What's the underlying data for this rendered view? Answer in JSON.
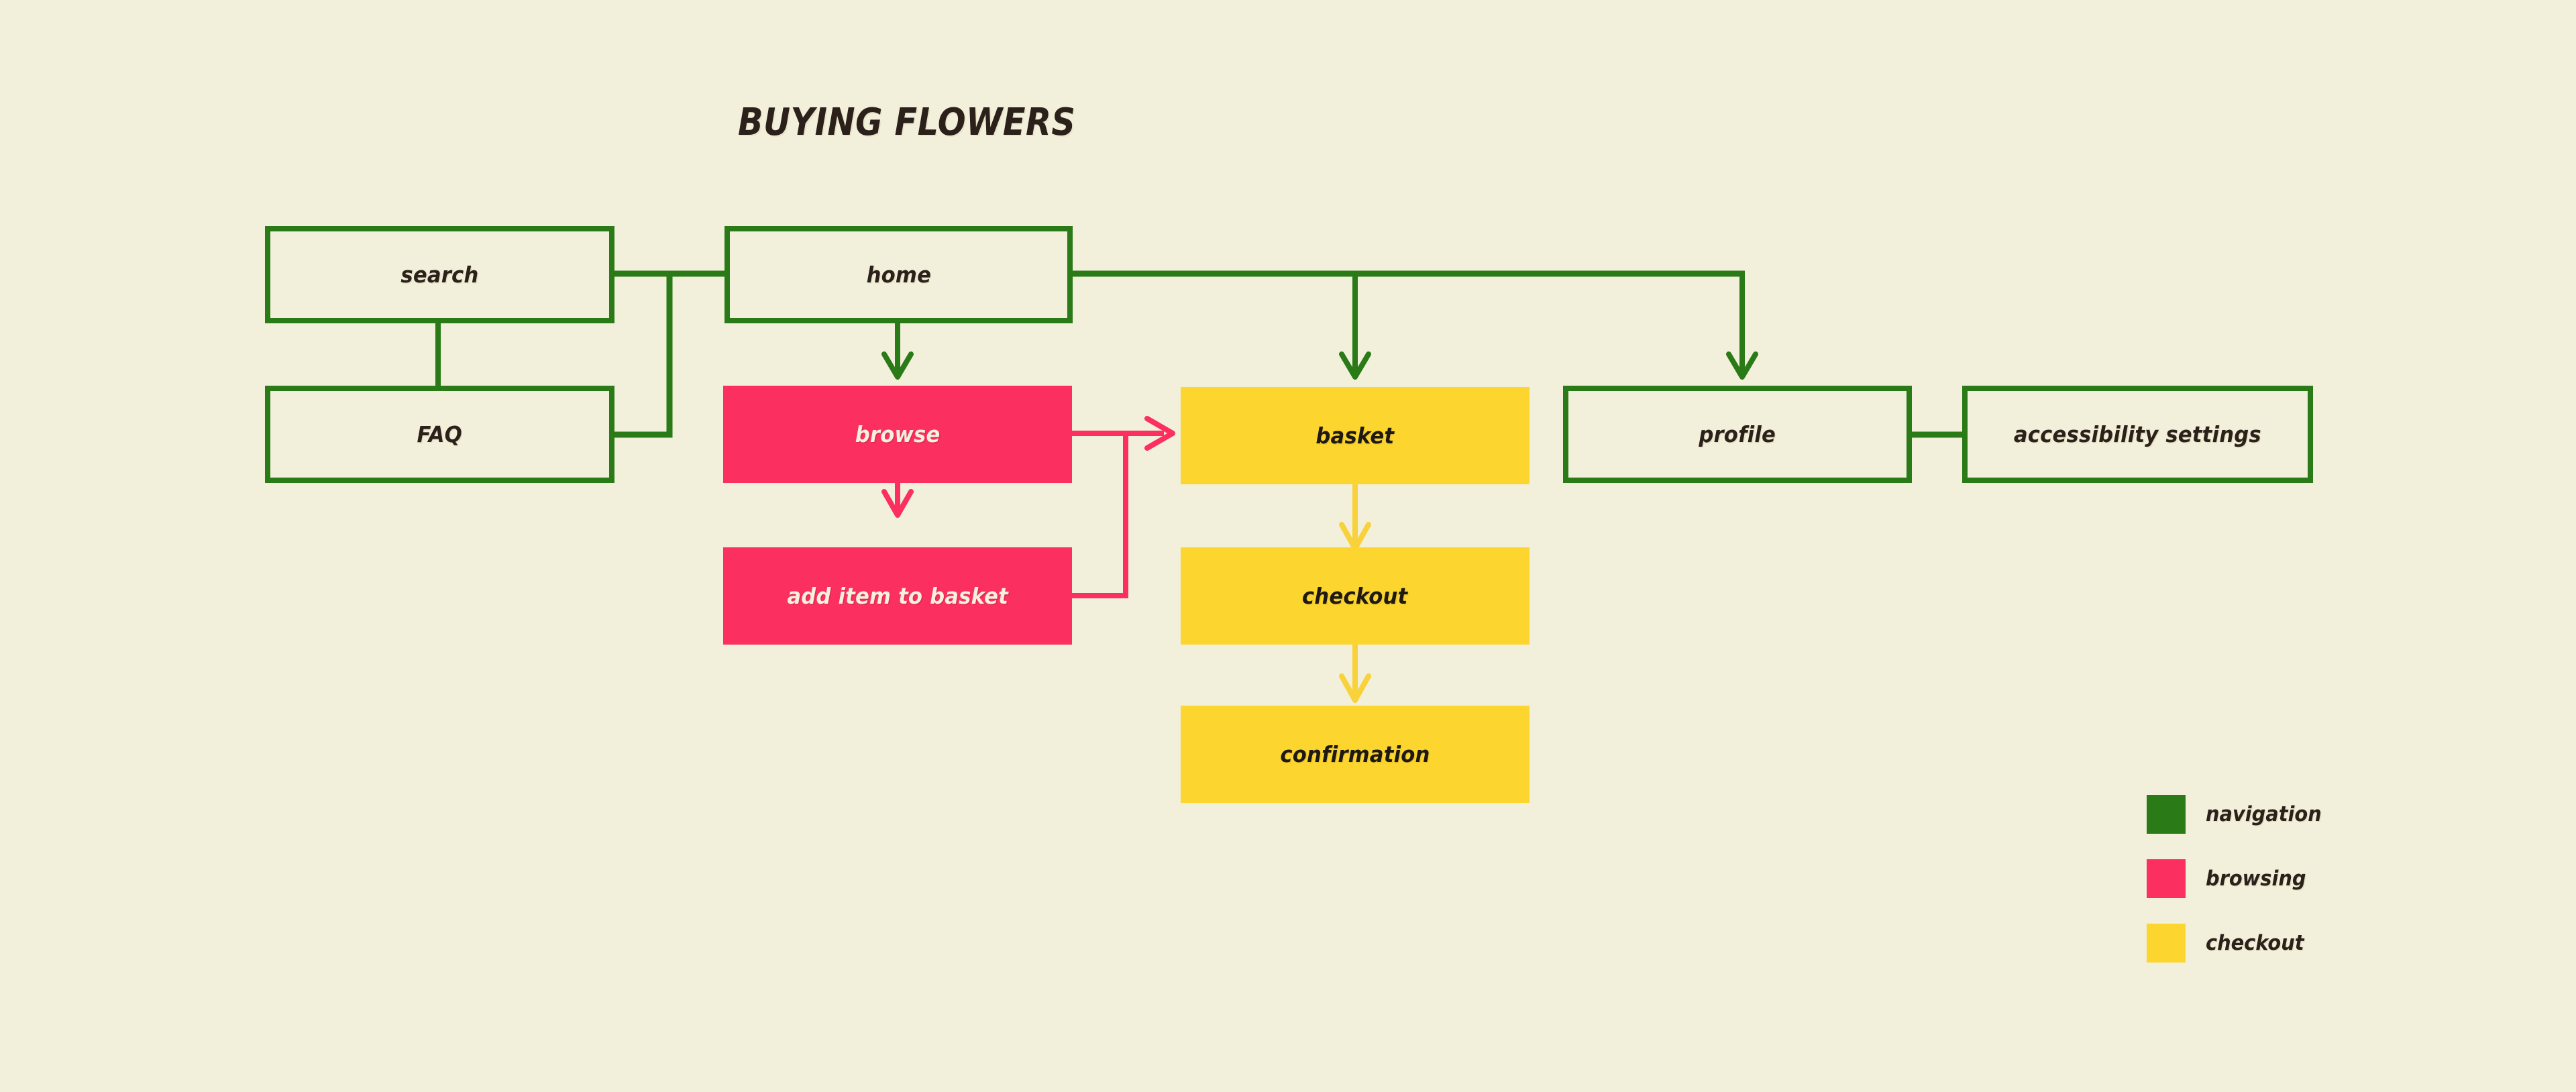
{
  "diagram": {
    "title": "BUYING FLOWERS",
    "background_color": "#F2F0DA"
  },
  "colors": {
    "navigation": "#2A7A18",
    "browsing": "#FB2F60",
    "checkout": "#FCD62F",
    "text_dark": "#2C211A",
    "text_light": "#F6F1DC",
    "background": "#F2F0DA"
  },
  "nodes": {
    "search": {
      "label": "search",
      "category": "navigation"
    },
    "faq": {
      "label": "FAQ",
      "category": "navigation"
    },
    "home": {
      "label": "home",
      "category": "navigation"
    },
    "browse": {
      "label": "browse",
      "category": "browsing"
    },
    "add_item": {
      "label": "add item to basket",
      "category": "browsing"
    },
    "basket": {
      "label": "basket",
      "category": "checkout"
    },
    "checkout": {
      "label": "checkout",
      "category": "checkout"
    },
    "confirmation": {
      "label": "confirmation",
      "category": "checkout"
    },
    "profile": {
      "label": "profile",
      "category": "navigation"
    },
    "accessibility": {
      "label": "accessibility settings",
      "category": "navigation"
    }
  },
  "legend": {
    "items": [
      {
        "label": "navigation",
        "color": "#2A7A18"
      },
      {
        "label": "browsing",
        "color": "#FB2F60"
      },
      {
        "label": "checkout",
        "color": "#FCD62F"
      }
    ]
  },
  "edges": [
    {
      "from": "search",
      "to": "home",
      "style": "line",
      "color": "#2A7A18"
    },
    {
      "from": "search",
      "to": "faq",
      "style": "line",
      "color": "#2A7A18"
    },
    {
      "from": "faq",
      "to": "home",
      "style": "line",
      "color": "#2A7A18"
    },
    {
      "from": "home",
      "to": "browse",
      "style": "arrow",
      "color": "#2A7A18"
    },
    {
      "from": "home",
      "to": "basket",
      "style": "arrow",
      "color": "#2A7A18"
    },
    {
      "from": "home",
      "to": "profile",
      "style": "arrow",
      "color": "#2A7A18"
    },
    {
      "from": "browse",
      "to": "add_item",
      "style": "arrow",
      "color": "#FB2F60"
    },
    {
      "from": "browse",
      "to": "basket",
      "style": "arrow",
      "color": "#FB2F60"
    },
    {
      "from": "add_item",
      "to": "basket",
      "style": "arrow",
      "color": "#FB2F60"
    },
    {
      "from": "basket",
      "to": "checkout",
      "style": "arrow",
      "color": "#FCD62F"
    },
    {
      "from": "checkout",
      "to": "confirmation",
      "style": "arrow",
      "color": "#FCD62F"
    },
    {
      "from": "profile",
      "to": "accessibility",
      "style": "line",
      "color": "#2A7A18"
    }
  ]
}
